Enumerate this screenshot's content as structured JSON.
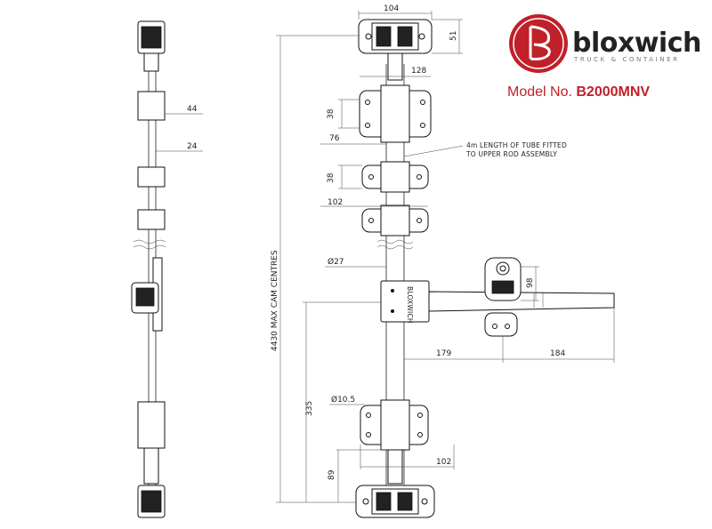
{
  "brand": {
    "name": "bloxwich",
    "tagline": "TRUCK & CONTAINER",
    "colors": {
      "primary": "#c0202a",
      "text": "#222222"
    }
  },
  "model": {
    "label": "Model No. ",
    "number": "B2000MNV"
  },
  "handle_brand": "BLOXWICH",
  "dimensions": {
    "top_width": "104",
    "top_height": "51",
    "upper_width": "128",
    "upper_guide_height": "38",
    "upper_guide_offset": "76",
    "mid_guide_height": "38",
    "mid_guide_width": "102",
    "side_width": "44",
    "side_tube": "24",
    "tube_dia": "Ø27",
    "handle_height": "98",
    "handle_reach_1": "179",
    "handle_reach_2": "184",
    "cam_to_handle": "335",
    "hole_dia": "Ø10.5",
    "lower_guide_width": "102",
    "lower_offset": "89",
    "overall": "4430 MAX CAM CENTRES"
  },
  "note": {
    "line1": "4m LENGTH OF TUBE FITTED",
    "line2": "TO UPPER ROD ASSEMBLY"
  }
}
